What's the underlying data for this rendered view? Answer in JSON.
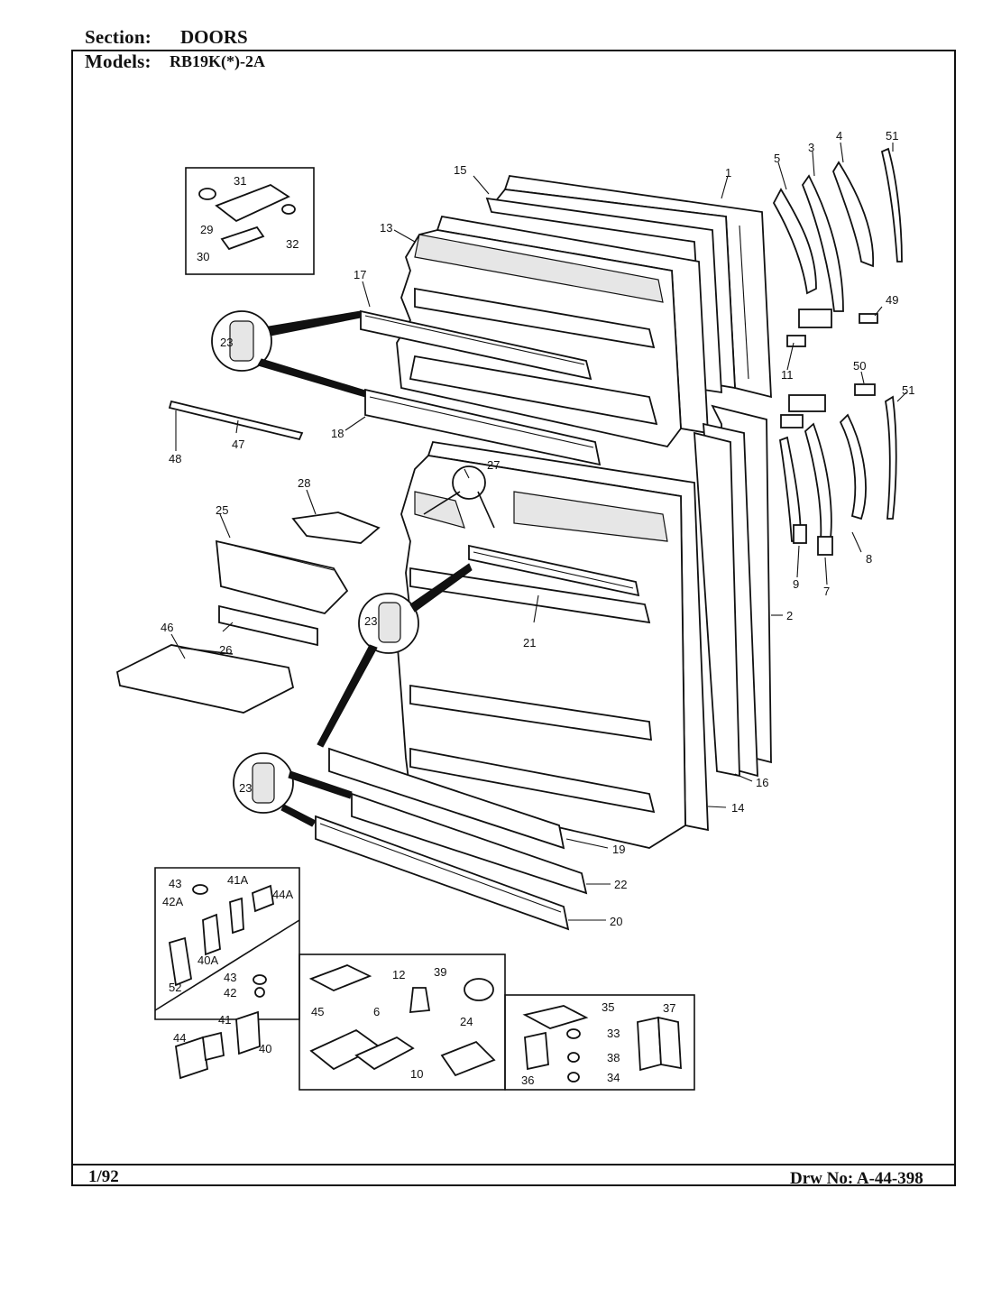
{
  "header": {
    "section_label": "Section:",
    "section_value": "DOORS",
    "models_label": "Models:",
    "models_value": "RB19K(*)-2A"
  },
  "footer": {
    "date": "1/92",
    "drawing_number": "Drw No: A-44-398"
  },
  "callouts": {
    "c1": "1",
    "c2": "2",
    "c3": "3",
    "c4": "4",
    "c5": "5",
    "c6": "6",
    "c7": "7",
    "c8": "8",
    "c9": "9",
    "c10": "10",
    "c11": "11",
    "c12": "12",
    "c13": "13",
    "c14": "14",
    "c15": "15",
    "c16": "16",
    "c17": "17",
    "c18": "18",
    "c19": "19",
    "c20": "20",
    "c21": "21",
    "c22": "22",
    "c23a": "23",
    "c23b": "23",
    "c23c": "23",
    "c24": "24",
    "c25": "25",
    "c26": "26",
    "c27": "27",
    "c28": "28",
    "c29": "29",
    "c30": "30",
    "c31": "31",
    "c32": "32",
    "c33": "33",
    "c34": "34",
    "c35": "35",
    "c36": "36",
    "c37": "37",
    "c38": "38",
    "c39": "39",
    "c40": "40",
    "c40A": "40A",
    "c41": "41",
    "c41A": "41A",
    "c42": "42",
    "c42A": "42A",
    "c43a": "43",
    "c43b": "43",
    "c44": "44",
    "c44A": "44A",
    "c45": "45",
    "c46": "46",
    "c47": "47",
    "c48": "48",
    "c49": "49",
    "c50": "50",
    "c51a": "51",
    "c51b": "51",
    "c52": "52"
  }
}
